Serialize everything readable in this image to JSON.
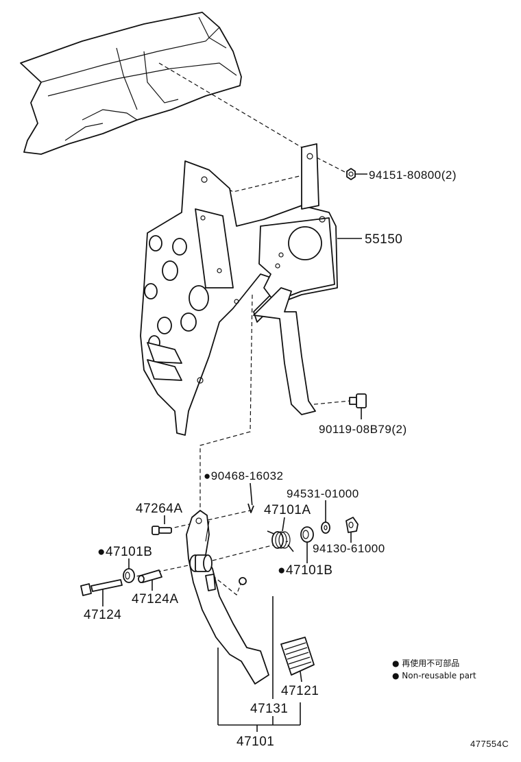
{
  "labels": {
    "p94151": "94151-80800(2)",
    "p55150": "55150",
    "p90119": "90119-08B79(2)",
    "p90468": "●90468-16032",
    "p94531": "94531-01000",
    "p47264A": "47264A",
    "p47101A": "47101A",
    "p47101B_left": "●47101B",
    "p94130": "94130-61000",
    "p47101B_right": "●47101B",
    "p47124A": "47124A",
    "p47124": "47124",
    "p47121": "47121",
    "p47131": "47131",
    "p47101": "47101"
  },
  "legend": {
    "line1": "● 再使用不可部品",
    "line2": "● Non-reusable part"
  },
  "figure_id": "477554C"
}
